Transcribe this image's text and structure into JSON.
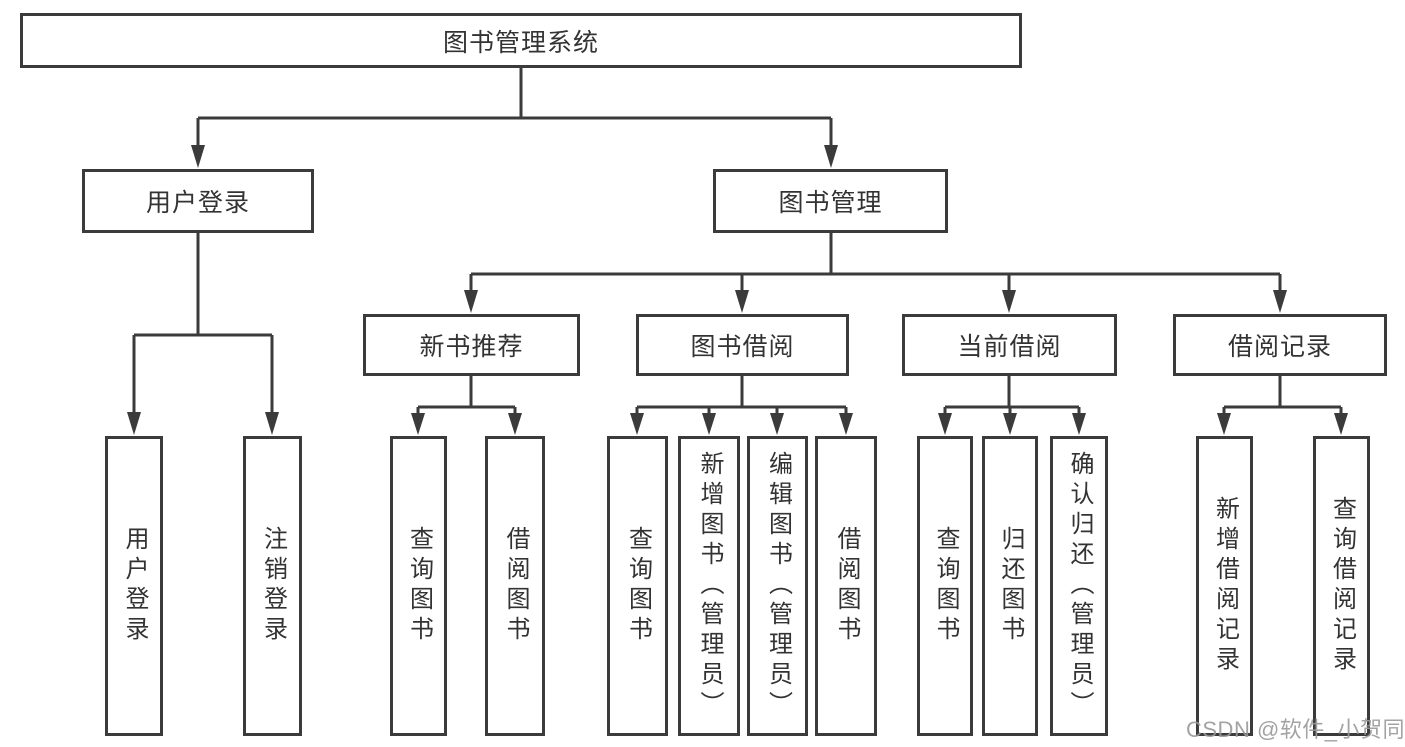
{
  "tree": {
    "root": {
      "label": "图书管理系统"
    },
    "branches": [
      {
        "label": "用户登录",
        "children": [
          {
            "label": "用户登录"
          },
          {
            "label": "注销登录"
          }
        ]
      },
      {
        "label": "图书管理",
        "children": [
          {
            "label": "新书推荐",
            "children": [
              {
                "label": "查询图书"
              },
              {
                "label": "借阅图书"
              }
            ]
          },
          {
            "label": "图书借阅",
            "children": [
              {
                "label": "查询图书"
              },
              {
                "label": "新增图书（管理员）"
              },
              {
                "label": "编辑图书（管理员）"
              },
              {
                "label": "借阅图书"
              }
            ]
          },
          {
            "label": "当前借阅",
            "children": [
              {
                "label": "查询图书"
              },
              {
                "label": "归还图书"
              },
              {
                "label": "确认归还（管理员）"
              }
            ]
          },
          {
            "label": "借阅记录",
            "children": [
              {
                "label": "新增借阅记录"
              },
              {
                "label": "查询借阅记录"
              }
            ]
          }
        ]
      }
    ]
  },
  "watermark": {
    "text": "CSDN @软件_小贺同学"
  },
  "colors": {
    "line": "#3b3b3b",
    "text": "#333333",
    "background": "#ffffff",
    "watermark": "#9a9a9a"
  }
}
